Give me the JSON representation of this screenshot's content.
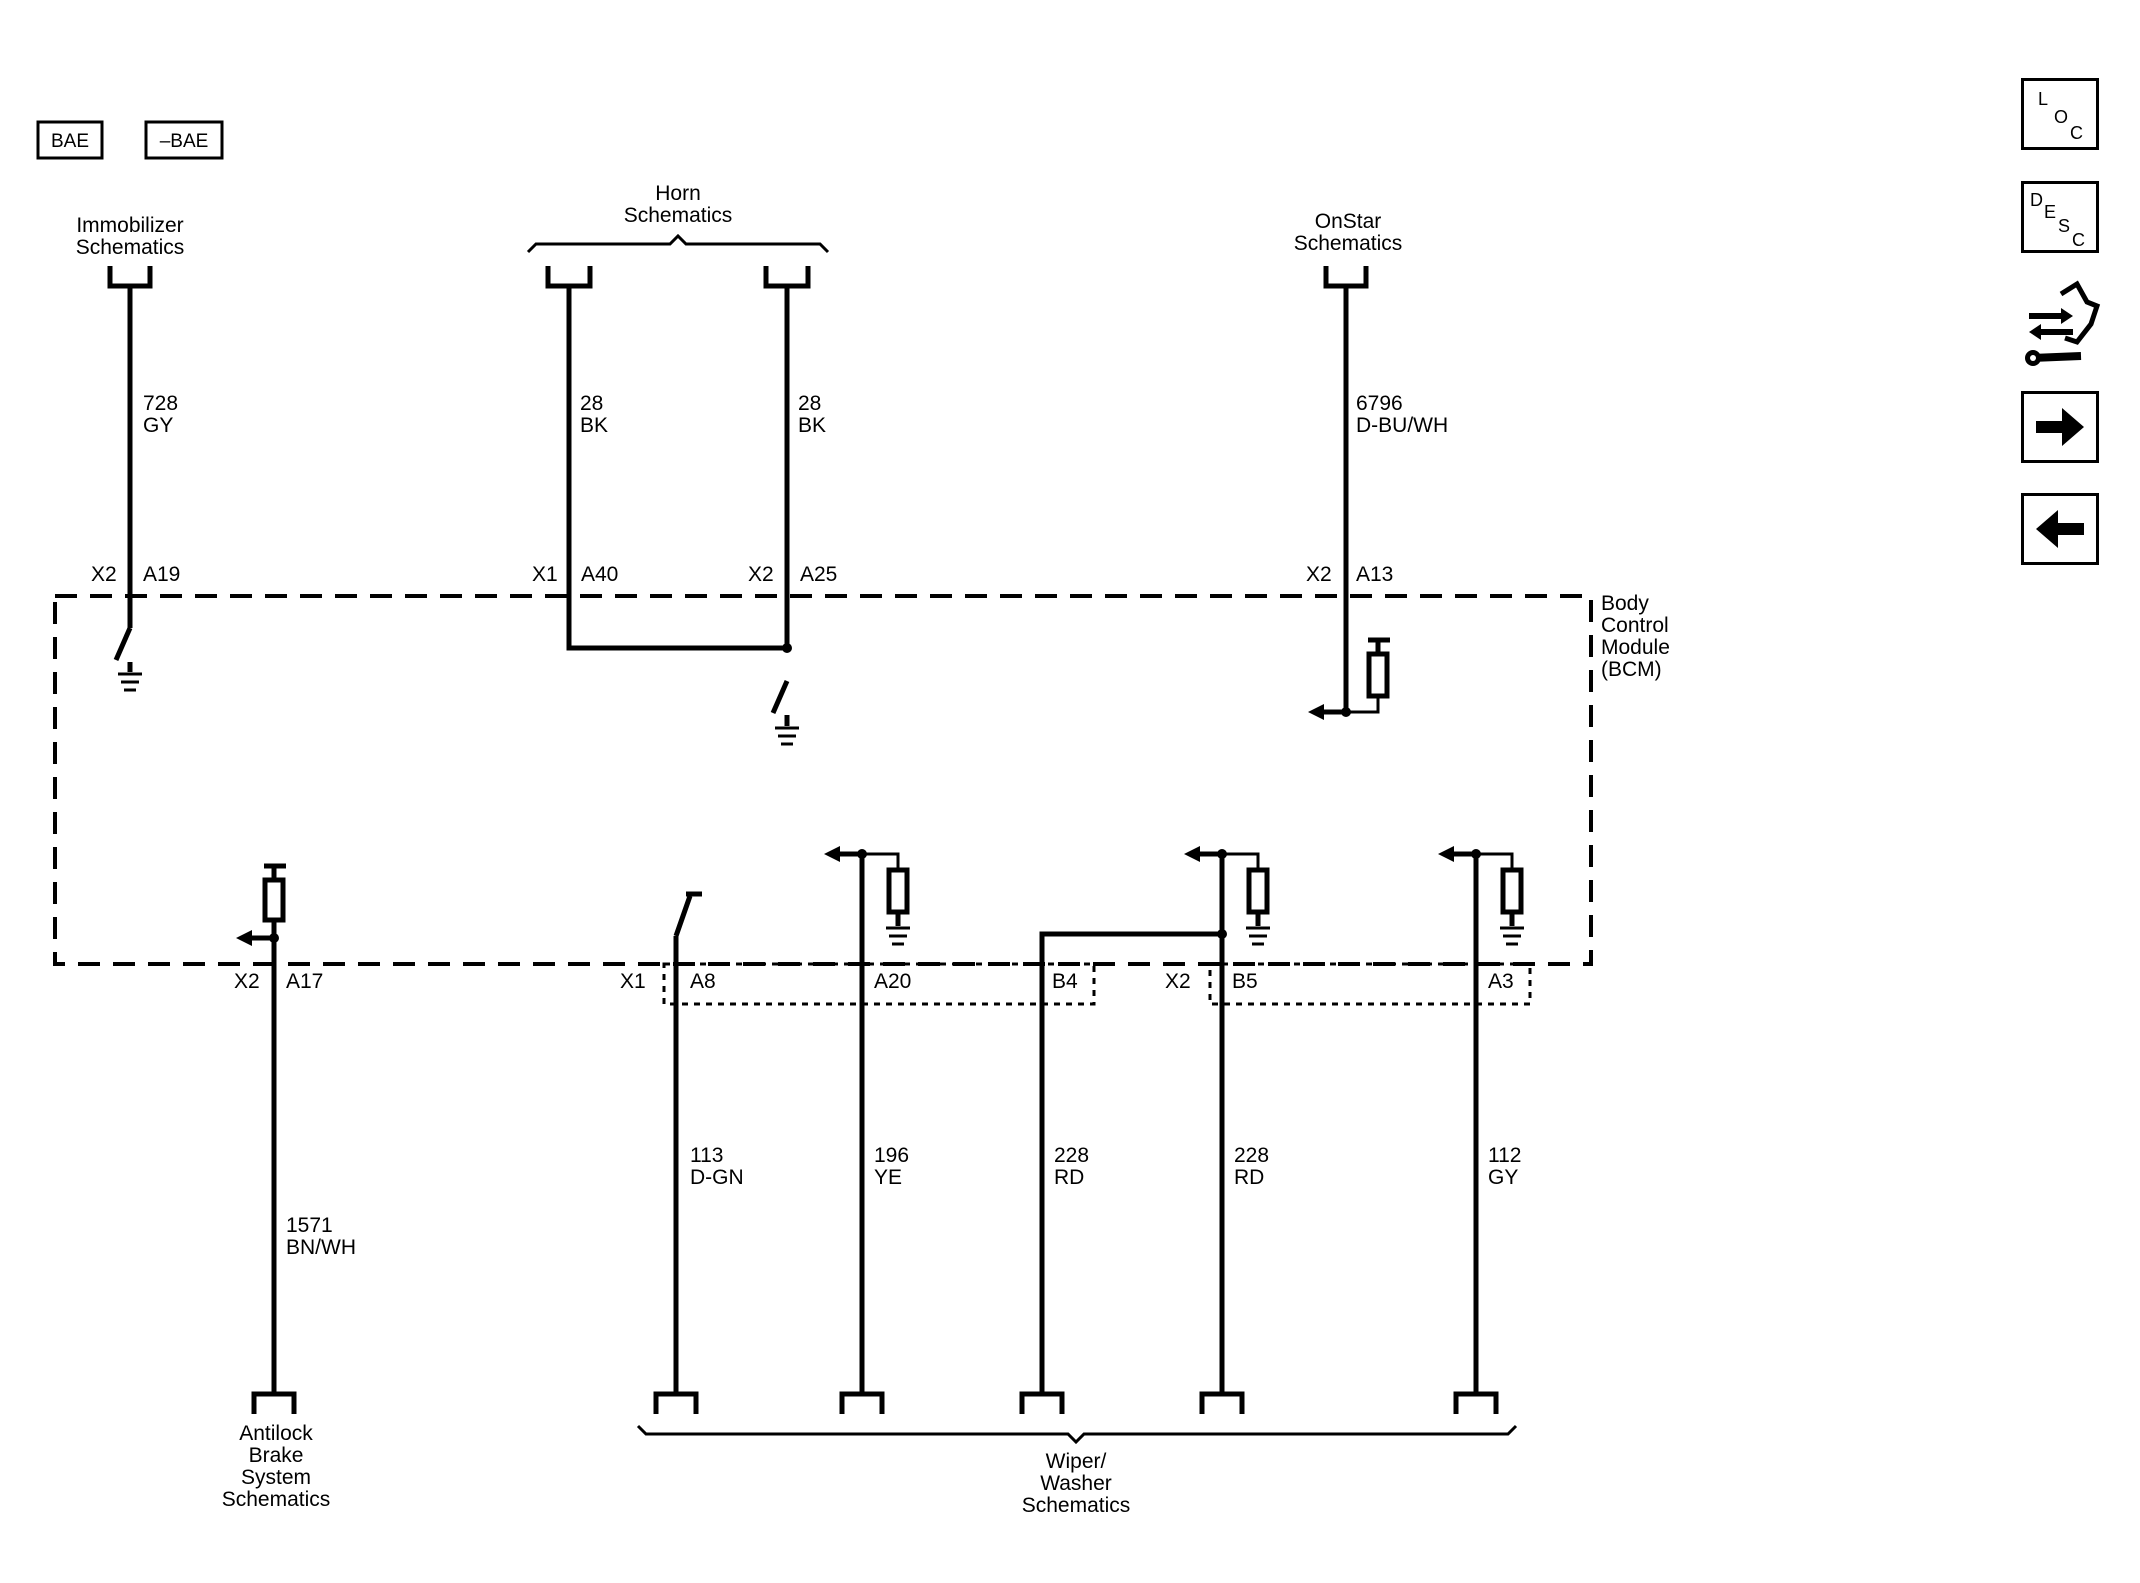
{
  "tags": {
    "bae": "BAE",
    "minus_bae": "–BAE"
  },
  "side_buttons": {
    "loc": [
      "L",
      "O",
      "C"
    ],
    "desc": [
      "D",
      "E",
      "S",
      "C"
    ],
    "connector_views_icon": "connector-wrench-icon",
    "next_icon": "arrow-right-icon",
    "back_icon": "arrow-left-icon"
  },
  "module": {
    "name": [
      "Body",
      "Control",
      "Module",
      "(BCM)"
    ]
  },
  "top_groups": {
    "immobilizer": [
      "Immobilizer",
      "Schematics"
    ],
    "horn": [
      "Horn",
      "Schematics"
    ],
    "onstar": [
      "OnStar",
      "Schematics"
    ]
  },
  "bottom_groups": {
    "abs": [
      "Antilock",
      "Brake",
      "System",
      "Schematics"
    ],
    "wiper": [
      "Wiper/",
      "Washer",
      "Schematics"
    ]
  },
  "circuits": {
    "c728": {
      "number": "728",
      "color": "GY"
    },
    "c28a": {
      "number": "28",
      "color": "BK"
    },
    "c28b": {
      "number": "28",
      "color": "BK"
    },
    "c6796": {
      "number": "6796",
      "color": "D-BU/WH"
    },
    "c1571": {
      "number": "1571",
      "color": "BN/WH"
    },
    "c113": {
      "number": "113",
      "color": "D-GN"
    },
    "c196": {
      "number": "196",
      "color": "YE"
    },
    "c228a": {
      "number": "228",
      "color": "RD"
    },
    "c228b": {
      "number": "228",
      "color": "RD"
    },
    "c112": {
      "number": "112",
      "color": "GY"
    }
  },
  "pins": {
    "a19": {
      "conn": "X2",
      "pin": "A19"
    },
    "a40": {
      "conn": "X1",
      "pin": "A40"
    },
    "a25": {
      "conn": "X2",
      "pin": "A25"
    },
    "a13": {
      "conn": "X2",
      "pin": "A13"
    },
    "a17": {
      "conn": "X2",
      "pin": "A17"
    },
    "a8": {
      "conn": "X1",
      "pin": "A8"
    },
    "a20": {
      "pin": "A20"
    },
    "b4": {
      "pin": "B4"
    },
    "b5": {
      "conn": "X2",
      "pin": "B5"
    },
    "a3": {
      "pin": "A3"
    }
  }
}
